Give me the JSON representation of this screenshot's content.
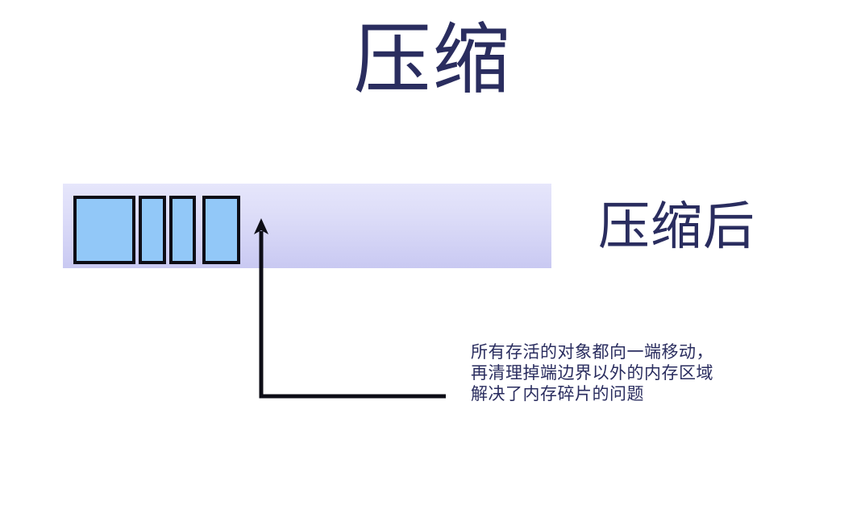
{
  "slide": {
    "title": "压缩",
    "background_color": "#ffffff",
    "text_color": "#2a2d5f"
  },
  "heap": {
    "name": "memory-region-bar",
    "bar_gradient_from": "#e6e6fb",
    "bar_gradient_to": "#c9c9f2",
    "block_fill_color": "#92c8f8",
    "block_border_color": "#0d0d16",
    "blocks": [
      {
        "label": "live-object-1"
      },
      {
        "label": "live-object-2"
      },
      {
        "label": "live-object-3"
      },
      {
        "label": "live-object-4"
      }
    ]
  },
  "after_label": {
    "text": "压缩后"
  },
  "callout": {
    "arrow_color": "#0d0d16",
    "lines": [
      "所有存活的对象都向一端移动，",
      "再清理掉端边界以外的内存区域",
      "解决了内存碎片的问题"
    ]
  }
}
